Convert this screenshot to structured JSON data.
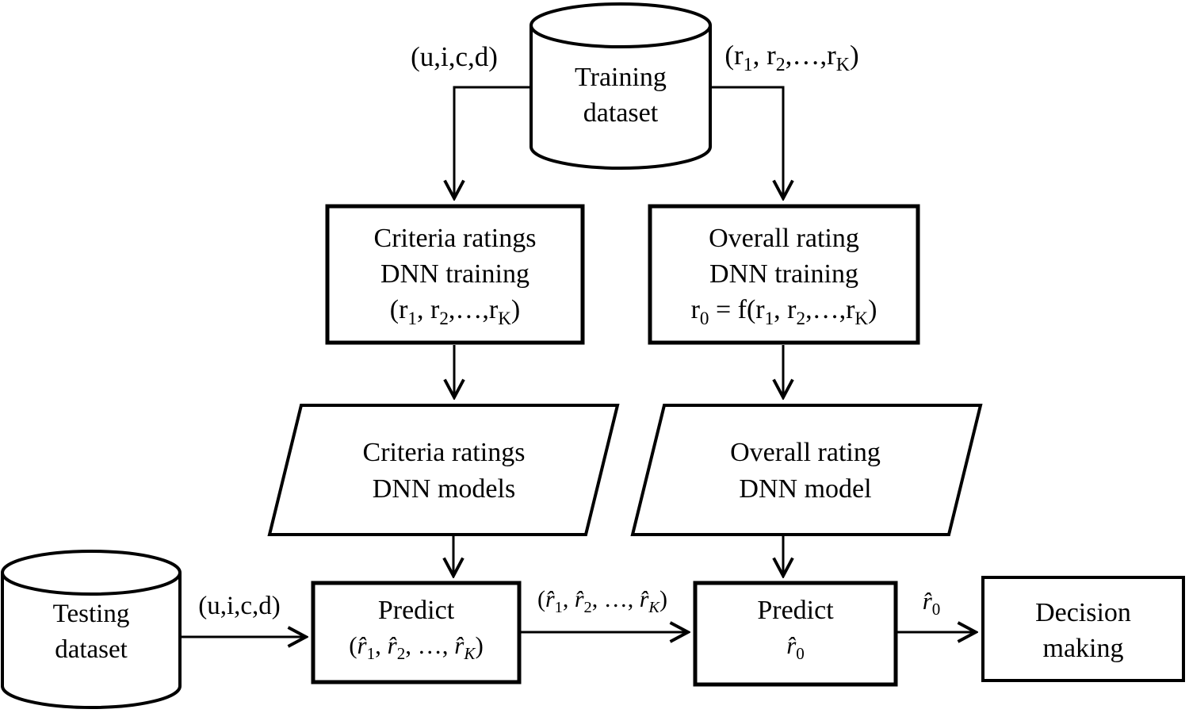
{
  "figure": {
    "type": "flowchart",
    "description": "Two-stage deep neural network training and prediction pipeline for multi-criteria rating recommendation"
  },
  "colors": {
    "ink": "#000000",
    "background": "#ffffff"
  },
  "nodes": {
    "training_dataset": {
      "shape": "cylinder",
      "line1": "Training",
      "line2": "dataset"
    },
    "criteria_training": {
      "shape": "process-box",
      "line1": "Criteria ratings",
      "line2": "DNN training",
      "formula": [
        {
          "text": "(r"
        },
        {
          "text": "1",
          "sub": true
        },
        {
          "text": ", r"
        },
        {
          "text": "2",
          "sub": true
        },
        {
          "text": ",…,r"
        },
        {
          "text": "K",
          "sub": true
        },
        {
          "text": ")"
        }
      ]
    },
    "overall_training": {
      "shape": "process-box",
      "line1": "Overall rating",
      "line2": "DNN training",
      "formula": [
        {
          "text": "r"
        },
        {
          "text": "0",
          "sub": true
        },
        {
          "text": " = f(r"
        },
        {
          "text": "1",
          "sub": true
        },
        {
          "text": ", r"
        },
        {
          "text": "2",
          "sub": true
        },
        {
          "text": ",…,r"
        },
        {
          "text": "K",
          "sub": true
        },
        {
          "text": ")"
        }
      ]
    },
    "criteria_models": {
      "shape": "parallelogram",
      "line1": "Criteria ratings",
      "line2": "DNN models"
    },
    "overall_model": {
      "shape": "parallelogram",
      "line1": "Overall rating",
      "line2": "DNN model"
    },
    "testing_dataset": {
      "shape": "cylinder",
      "line1": "Testing",
      "line2": "dataset"
    },
    "predict_criteria": {
      "shape": "process-box",
      "line1": "Predict",
      "formula": [
        {
          "text": "("
        },
        {
          "text": "r̂",
          "italic": true
        },
        {
          "text": "1",
          "sub": true
        },
        {
          "text": ", "
        },
        {
          "text": "r̂",
          "italic": true
        },
        {
          "text": "2",
          "sub": true
        },
        {
          "text": ", …, "
        },
        {
          "text": "r̂",
          "italic": true
        },
        {
          "text": "K",
          "sub": true,
          "italic": true
        },
        {
          "text": ")"
        }
      ]
    },
    "predict_overall": {
      "shape": "process-box",
      "line1": "Predict",
      "formula": [
        {
          "text": "r̂",
          "italic": true
        },
        {
          "text": "0",
          "sub": true
        }
      ]
    },
    "decision_making": {
      "shape": "process-box",
      "line1": "Decision",
      "line2": "making"
    }
  },
  "edge_labels": {
    "train_input": "(u,i,c,d)",
    "train_ratings": [
      {
        "text": "(r"
      },
      {
        "text": "1",
        "sub": true
      },
      {
        "text": ", r"
      },
      {
        "text": "2",
        "sub": true
      },
      {
        "text": ",…,r"
      },
      {
        "text": "K",
        "sub": true
      },
      {
        "text": ")"
      }
    ],
    "test_input": "(u,i,c,d)",
    "predicted_criteria": [
      {
        "text": "("
      },
      {
        "text": "r̂",
        "italic": true
      },
      {
        "text": "1",
        "sub": true
      },
      {
        "text": ", "
      },
      {
        "text": "r̂",
        "italic": true
      },
      {
        "text": "2",
        "sub": true
      },
      {
        "text": ", …, "
      },
      {
        "text": "r̂",
        "italic": true
      },
      {
        "text": "K",
        "sub": true,
        "italic": true
      },
      {
        "text": ")"
      }
    ],
    "predicted_overall": [
      {
        "text": "r̂",
        "italic": true
      },
      {
        "text": "0",
        "sub": true
      }
    ]
  }
}
